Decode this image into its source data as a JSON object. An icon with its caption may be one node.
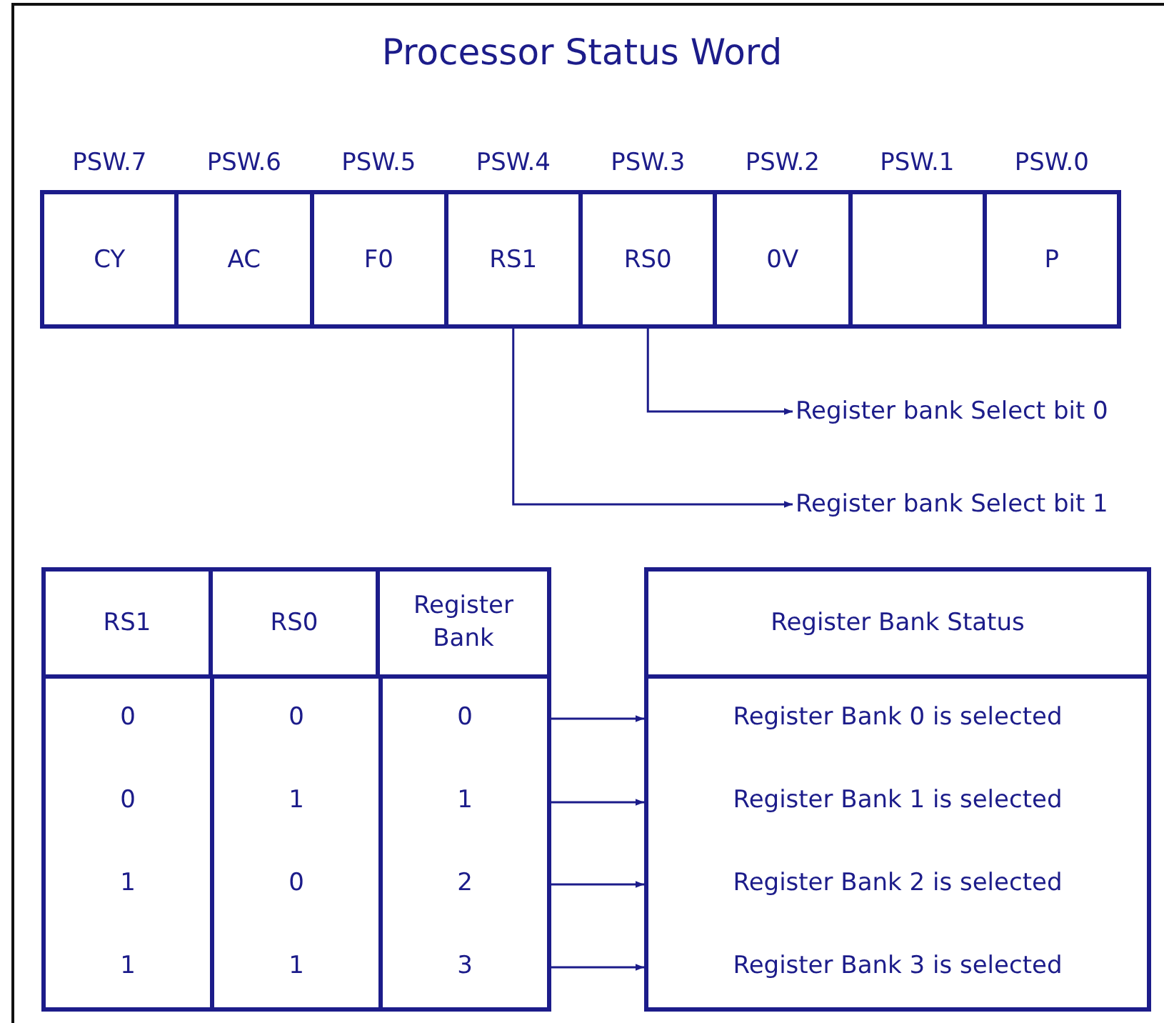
{
  "diagram": {
    "title": "Processor Status Word",
    "nodes": [
      {
        "text": [
          "PSW.7",
          "CY"
        ]
      },
      {
        "text": [
          "PSW.6",
          "AC"
        ]
      },
      {
        "text": [
          "PSW.5",
          "F0"
        ]
      },
      {
        "text": [
          "PSW.4",
          "RS1"
        ]
      },
      {
        "text": [
          "PSW.3",
          "RS0"
        ]
      },
      {
        "text": [
          "PSW.2",
          "0V"
        ]
      },
      {
        "text": [
          "PSW.1"
        ]
      },
      {
        "text": [
          "PSW.0",
          "P"
        ]
      },
      {
        "text": [
          "Register bank Select bit 0"
        ]
      },
      {
        "text": [
          "Register bank Select bit 1"
        ]
      },
      {
        "text": [
          "0",
          "0",
          "0"
        ]
      },
      {
        "text": [
          "Register Bank 0 is selected"
        ]
      },
      {
        "text": [
          "0",
          "1",
          "1"
        ]
      },
      {
        "text": [
          "Register Bank 1 is selected"
        ]
      },
      {
        "text": [
          "1",
          "0",
          "2"
        ]
      },
      {
        "text": [
          "Register Bank 2 is selected"
        ]
      },
      {
        "text": [
          "1",
          "1",
          "3"
        ]
      },
      {
        "text": [
          "Register Bank 3 is selected"
        ]
      }
    ],
    "edges": [
      {
        "from": 4,
        "to": 8,
        "arrow": "to"
      },
      {
        "from": 3,
        "to": 9,
        "arrow": "to"
      },
      {
        "from": 10,
        "to": 11,
        "arrow": "to"
      },
      {
        "from": 12,
        "to": 13,
        "arrow": "to"
      },
      {
        "from": 14,
        "to": 15,
        "arrow": "to"
      },
      {
        "from": 16,
        "to": 17,
        "arrow": "to"
      }
    ],
    "labels": [
      "RS1",
      "RS0",
      "Register Bank",
      "Register Bank Status"
    ]
  }
}
